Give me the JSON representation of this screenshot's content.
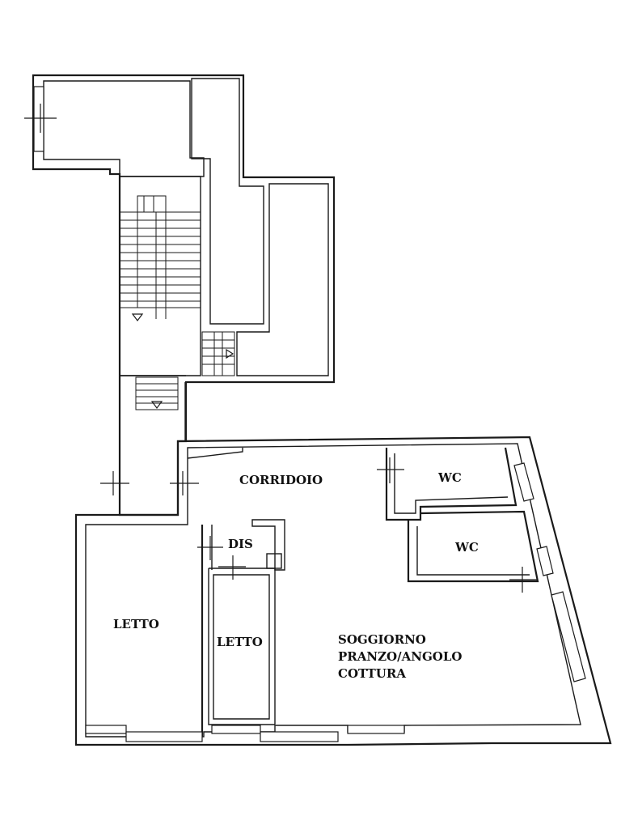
{
  "rooms": {
    "corridoio": "CORRIDOIO",
    "wc_upper": "WC",
    "wc_lower": "WC",
    "dis": "DIS",
    "letto_large": "LETTO",
    "letto_small": "LETTO",
    "soggiorno_line1": "SOGGIORNO",
    "soggiorno_line2": "PRANZO/ANGOLO",
    "soggiorno_line3": "COTTURA"
  },
  "colors": {
    "ink": "#1a1a1a",
    "paper": "#ffffff"
  }
}
